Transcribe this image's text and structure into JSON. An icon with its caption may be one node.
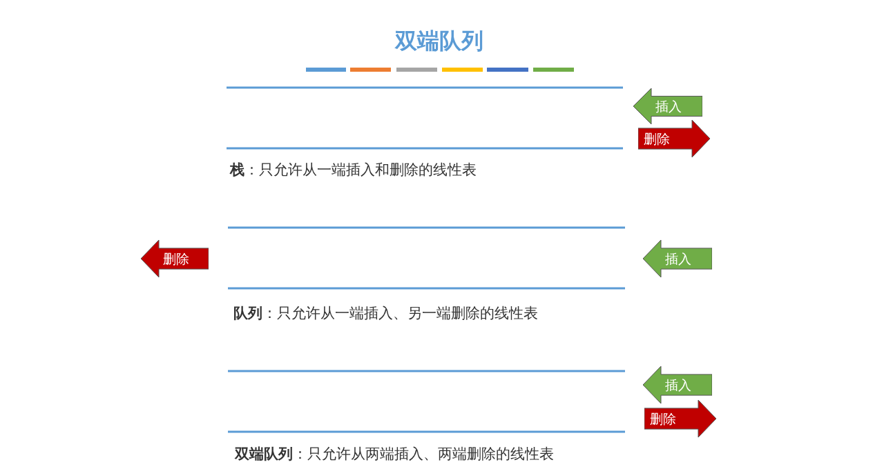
{
  "diagram": {
    "title": "双端队列",
    "nodes": [
      {
        "text": [
          "插入"
        ]
      },
      {
        "text": [
          "删除"
        ]
      },
      {
        "text": [
          "删除"
        ]
      },
      {
        "text": [
          "插入"
        ]
      },
      {
        "text": [
          "插入"
        ]
      },
      {
        "text": [
          "删除"
        ]
      }
    ],
    "labels": [
      "**栈**：只允许从一端插入和删除的线性表",
      "**队列**：只允许从一端插入、另一端删除的线性表",
      "**双端队列**：只允许从两端插入、两端删除的线性表"
    ]
  }
}
